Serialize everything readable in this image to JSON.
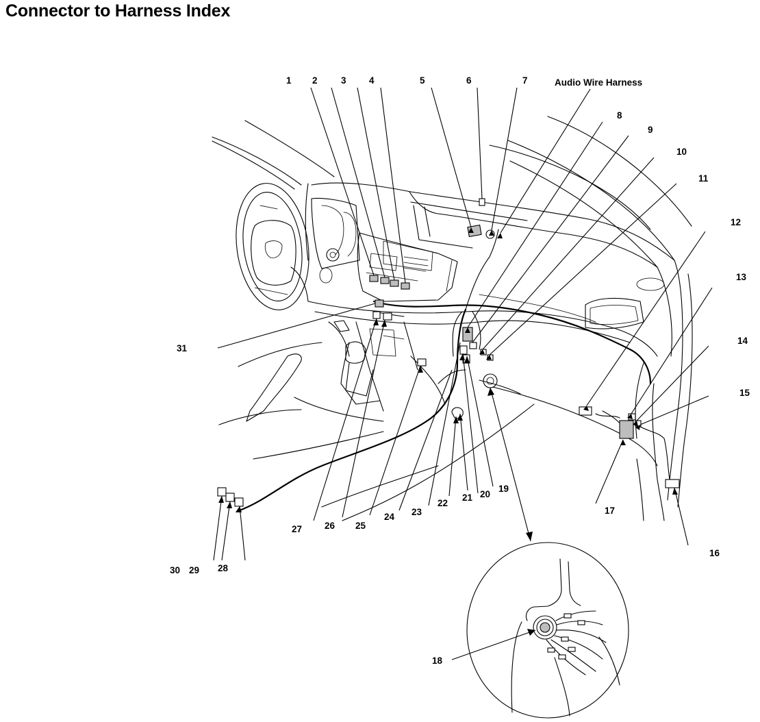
{
  "title": "Connector to Harness Index",
  "callouts": [
    {
      "id": "1",
      "label": "1"
    },
    {
      "id": "2",
      "label": "2"
    },
    {
      "id": "3",
      "label": "3"
    },
    {
      "id": "4",
      "label": "4"
    },
    {
      "id": "5",
      "label": "5"
    },
    {
      "id": "6",
      "label": "6"
    },
    {
      "id": "7",
      "label": "7"
    },
    {
      "id": "audio",
      "label": "Audio Wire Harness"
    },
    {
      "id": "8",
      "label": "8"
    },
    {
      "id": "9",
      "label": "9"
    },
    {
      "id": "10",
      "label": "10"
    },
    {
      "id": "11",
      "label": "11"
    },
    {
      "id": "12",
      "label": "12"
    },
    {
      "id": "13",
      "label": "13"
    },
    {
      "id": "14",
      "label": "14"
    },
    {
      "id": "15",
      "label": "15"
    },
    {
      "id": "16",
      "label": "16"
    },
    {
      "id": "17",
      "label": "17"
    },
    {
      "id": "18",
      "label": "18"
    },
    {
      "id": "19",
      "label": "19"
    },
    {
      "id": "20",
      "label": "20"
    },
    {
      "id": "21",
      "label": "21"
    },
    {
      "id": "22",
      "label": "22"
    },
    {
      "id": "23",
      "label": "23"
    },
    {
      "id": "24",
      "label": "24"
    },
    {
      "id": "25",
      "label": "25"
    },
    {
      "id": "26",
      "label": "26"
    },
    {
      "id": "27",
      "label": "27"
    },
    {
      "id": "28",
      "label": "28"
    },
    {
      "id": "29",
      "label": "29"
    },
    {
      "id": "30",
      "label": "30"
    },
    {
      "id": "31",
      "label": "31"
    }
  ]
}
